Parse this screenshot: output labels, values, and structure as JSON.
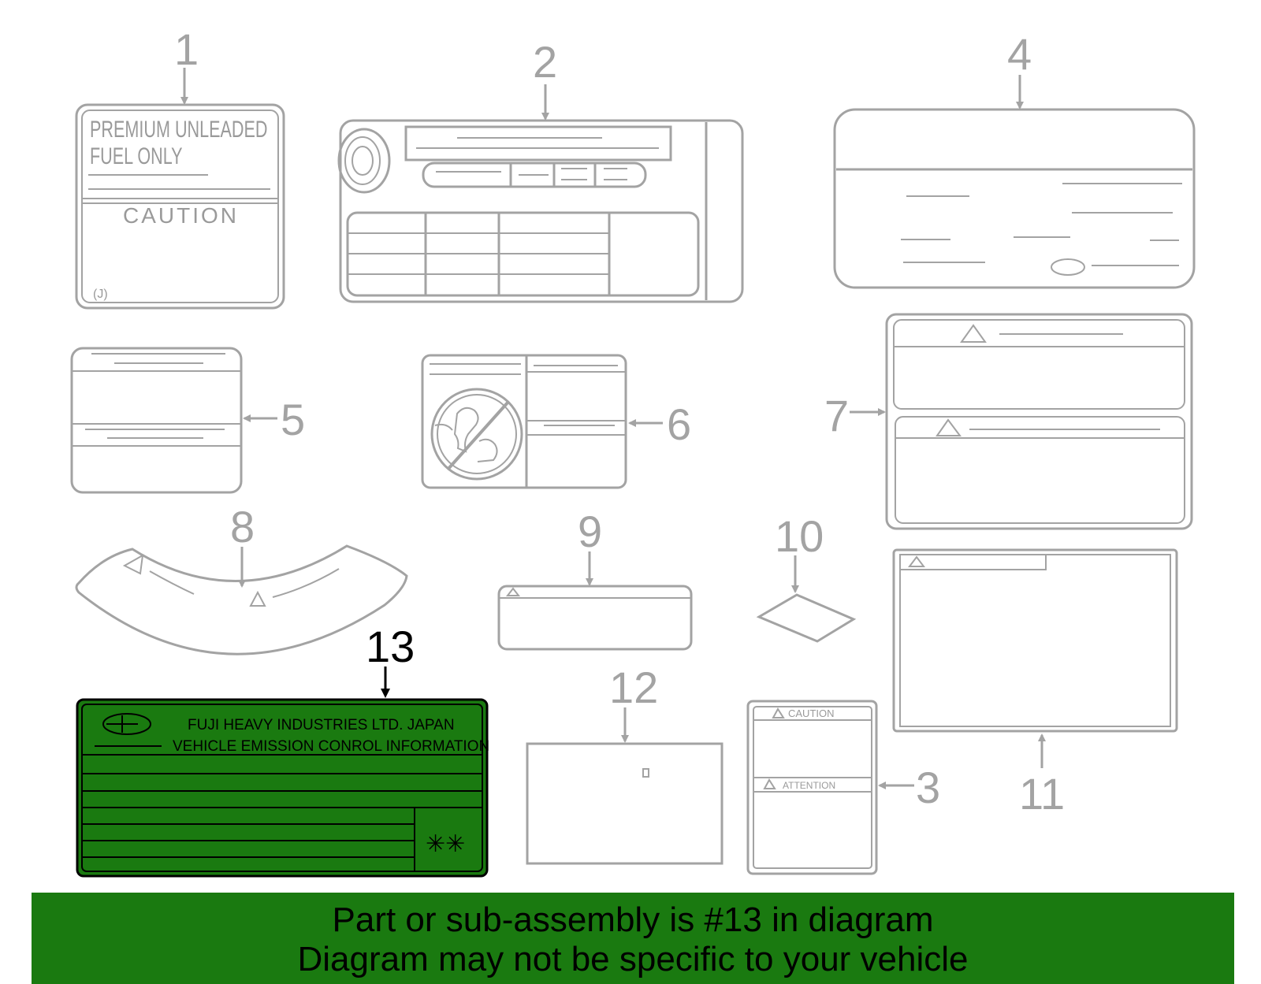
{
  "colors": {
    "line": "#a3a3a3",
    "highlight_fill": "#1a7a10",
    "highlight_stroke": "#000000",
    "banner_bg": "#1a7a10"
  },
  "callouts": {
    "c1": "1",
    "c2": "2",
    "c3": "3",
    "c4": "4",
    "c5": "5",
    "c6": "6",
    "c7": "7",
    "c8": "8",
    "c9": "9",
    "c10": "10",
    "c11": "11",
    "c12": "12",
    "c13": "13"
  },
  "label1": {
    "line1": "PREMIUM UNLEADED",
    "line2": "FUEL ONLY",
    "caution": "CAUTION",
    "code": "(J)"
  },
  "label3": {
    "caution": "CAUTION",
    "attention": "ATTENTION"
  },
  "label13": {
    "maker": "FUJI HEAVY INDUSTRIES LTD. JAPAN",
    "info": "VEHICLE EMISSION CONROL INFORMATION",
    "mark": "✳✳"
  },
  "banner": {
    "line1": "Part or sub-assembly is #13 in diagram",
    "line2": "Diagram may not be specific to your vehicle"
  }
}
